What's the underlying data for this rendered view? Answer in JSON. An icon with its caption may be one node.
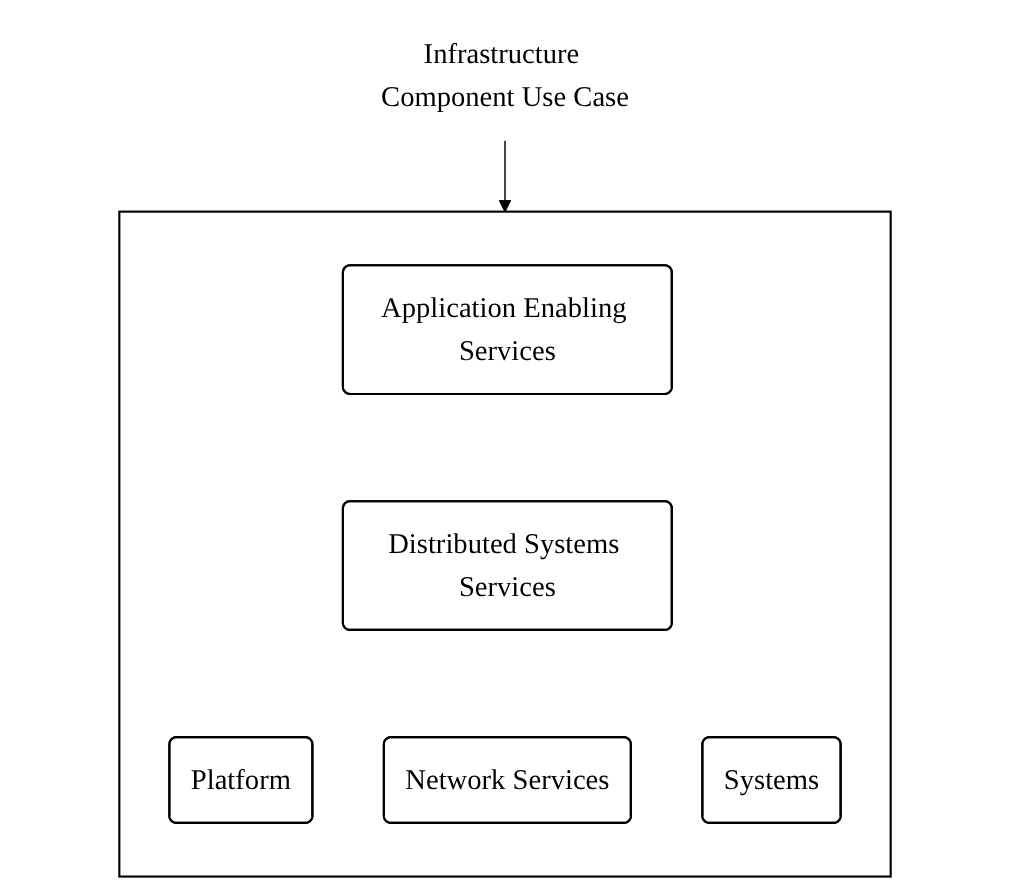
{
  "diagram": {
    "nodes": [
      {
        "text": [
          "Infrastructure Component Use Case"
        ]
      },
      {
        "text": [],
        "shape": "box"
      },
      {
        "text": [
          "Platform"
        ],
        "in": 1
      },
      {
        "text": [
          "Application Enabling Services"
        ],
        "in": 1
      },
      {
        "text": [
          "Distributed Systems Services"
        ],
        "in": 1
      },
      {
        "text": [
          "Network Services"
        ],
        "in": 1
      },
      {
        "text": [
          "Systems"
        ],
        "in": 1
      }
    ],
    "edges": [
      {
        "from": 0,
        "to": 1,
        "arrow": "to"
      }
    ]
  }
}
